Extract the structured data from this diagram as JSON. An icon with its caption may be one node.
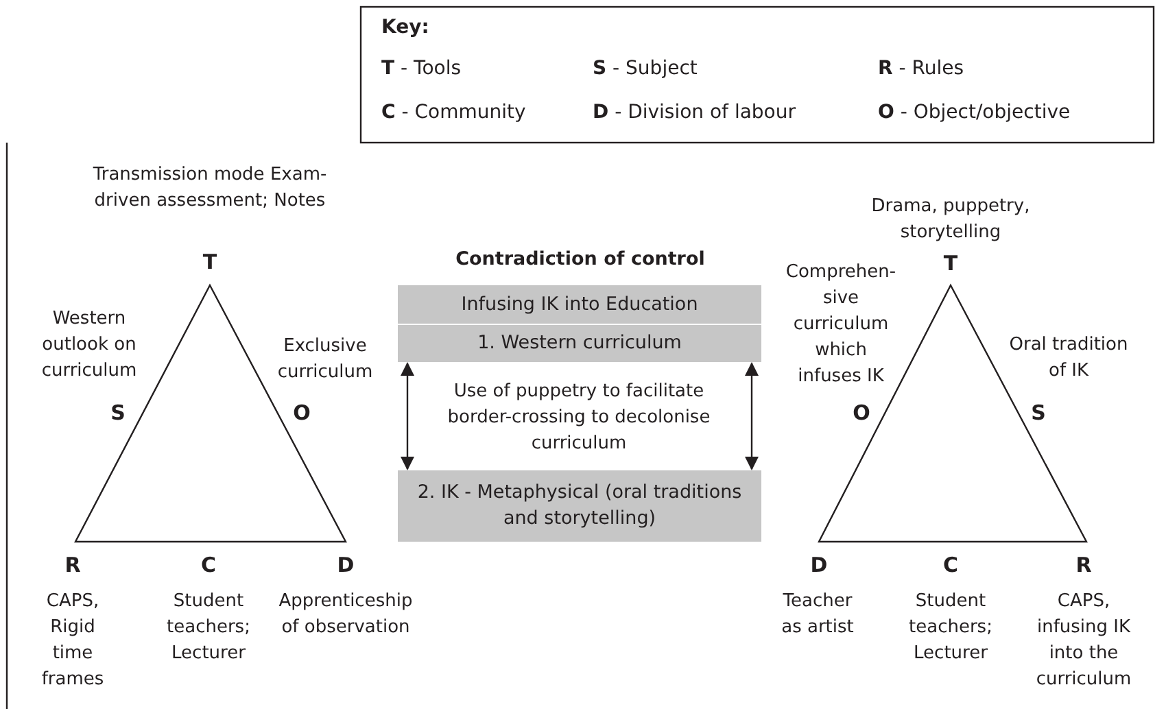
{
  "diagram": {
    "title": "Contradiction of control",
    "nodes": [
      {
        "text": [
          "Infusing IK into Education"
        ]
      },
      {
        "text": [
          "1. Western curriculum"
        ]
      },
      {
        "text": [
          "2. IK - Metaphysical (oral traditions and storytelling)"
        ]
      }
    ],
    "edges": [
      {
        "from": 1,
        "to": 2,
        "arrow": "both"
      },
      {
        "from": 1,
        "to": 2,
        "arrow": "both"
      }
    ],
    "labels": [
      "Key:",
      "**T** - Tools",
      "**S** - Subject",
      "**R** - Rules",
      "**C** - Community",
      "**D** - Division of labour",
      "**O** - Object/objective",
      "Transmission mode Exam-driven assessment; Notes",
      "T",
      "Western outlook on curriculum",
      "Exclusive curriculum",
      "S",
      "O",
      "R",
      "C",
      "D",
      "CAPS, Rigid time frames",
      "Student teachers; Lecturer",
      "Apprenticeship of observation",
      "Use of puppetry to facilitate border-crossing to decolonise curriculum",
      "Drama, puppetry, storytelling",
      "T",
      "Comprehen- sive curriculum which infuses IK",
      "Oral tradition of IK",
      "O",
      "S",
      "D",
      "C",
      "R",
      "Teacher as artist",
      "Student teachers; Lecturer",
      "CAPS, infusing IK into the curriculum"
    ]
  }
}
